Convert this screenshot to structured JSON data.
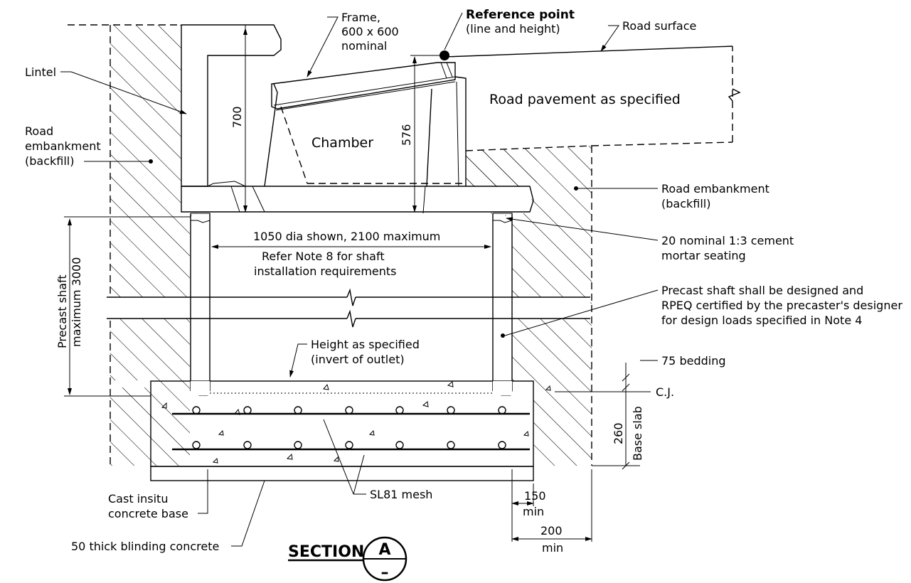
{
  "labels": {
    "frame": "Frame,",
    "frame_size": "600 x 600",
    "frame_nominal": "nominal",
    "reference_point": "Reference point",
    "reference_point_sub": "(line and height)",
    "road_surface": "Road surface",
    "road_pavement": "Road pavement as specified",
    "lintel": "Lintel",
    "road_embankment_left_1": "Road",
    "road_embankment_left_2": "embankment",
    "road_embankment_left_3": "(backfill)",
    "road_embankment_right_1": "Road embankment",
    "road_embankment_right_2": "(backfill)",
    "chamber": "Chamber",
    "mortar_1": "20 nominal 1:3 cement",
    "mortar_2": "mortar seating",
    "shaft_dia": "1050 dia shown, 2100 maximum",
    "note8_1": "Refer Note 8 for shaft",
    "note8_2": "installation requirements",
    "precast_1": "Precast shaft shall be designed and",
    "precast_2": "RPEQ certified by the precaster's designer",
    "precast_3": "for design loads specified in Note 4",
    "height_1": "Height as specified",
    "height_2": "(invert of outlet)",
    "bedding": "75 bedding",
    "cj": "C.J.",
    "cast_insitu_1": "Cast insitu",
    "cast_insitu_2": "concrete base",
    "sl81": "SL81 mesh",
    "blinding": "50 thick blinding concrete",
    "section": "SECTION",
    "section_id": "A",
    "section_sheet": "–"
  },
  "dimensions": {
    "d700": "700",
    "d576": "576",
    "shaft_1": "Precast shaft",
    "shaft_2": "maximum 3000",
    "base_260": "260",
    "base_slab": "Base slab",
    "d150": "150",
    "d150_min": "min",
    "d200": "200",
    "d200_min": "min"
  }
}
